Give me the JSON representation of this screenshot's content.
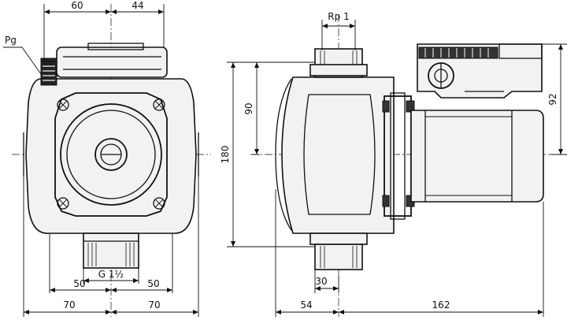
{
  "labels": {
    "pg": "Pg",
    "rp": "Rp 1",
    "g_thread": "G 1½"
  },
  "dimensions": {
    "top_left": "60",
    "top_right": "44",
    "bottom_inner_left": "50",
    "bottom_inner_right": "50",
    "bottom_outer_left": "70",
    "bottom_outer_right": "70",
    "height_total": "180",
    "height_half": "90",
    "height_motor": "92",
    "port_width": "30",
    "side_left": "54",
    "side_right": "162"
  }
}
